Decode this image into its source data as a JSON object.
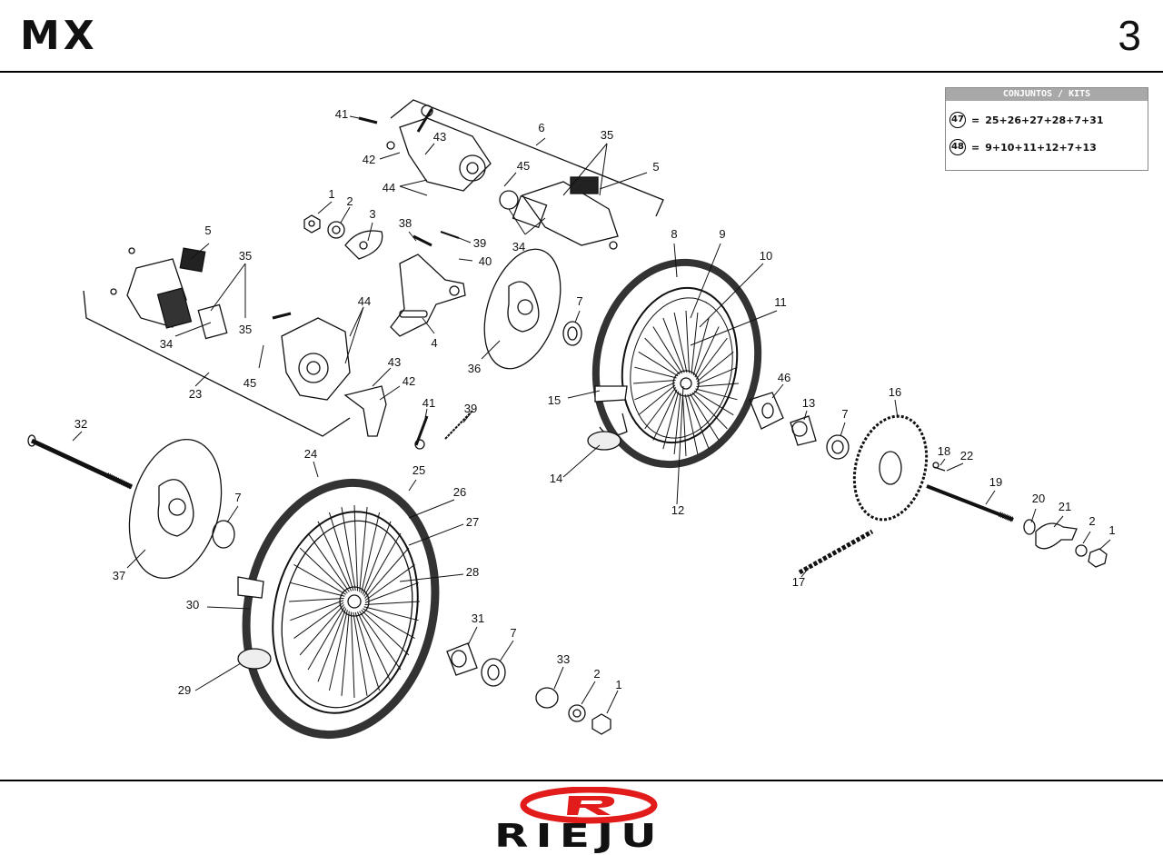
{
  "header": {
    "model": "MX",
    "page": "3"
  },
  "kits": {
    "title": "CONJUNTOS / KITS",
    "items": [
      {
        "num": "47",
        "formula": "25+26+27+28+7+31"
      },
      {
        "num": "48",
        "formula": "9+10+11+12+7+13"
      }
    ]
  },
  "brand": {
    "name": "RIEJU",
    "logo_letter": "R",
    "color": "#e21b1b"
  },
  "callouts": [
    "1",
    "2",
    "3",
    "4",
    "5",
    "6",
    "7",
    "8",
    "9",
    "10",
    "11",
    "12",
    "13",
    "14",
    "15",
    "16",
    "17",
    "18",
    "19",
    "20",
    "21",
    "22",
    "23",
    "24",
    "25",
    "26",
    "27",
    "28",
    "29",
    "30",
    "31",
    "32",
    "33",
    "34",
    "35",
    "36",
    "37",
    "38",
    "39",
    "40",
    "41",
    "42",
    "43",
    "44",
    "45",
    "46"
  ]
}
